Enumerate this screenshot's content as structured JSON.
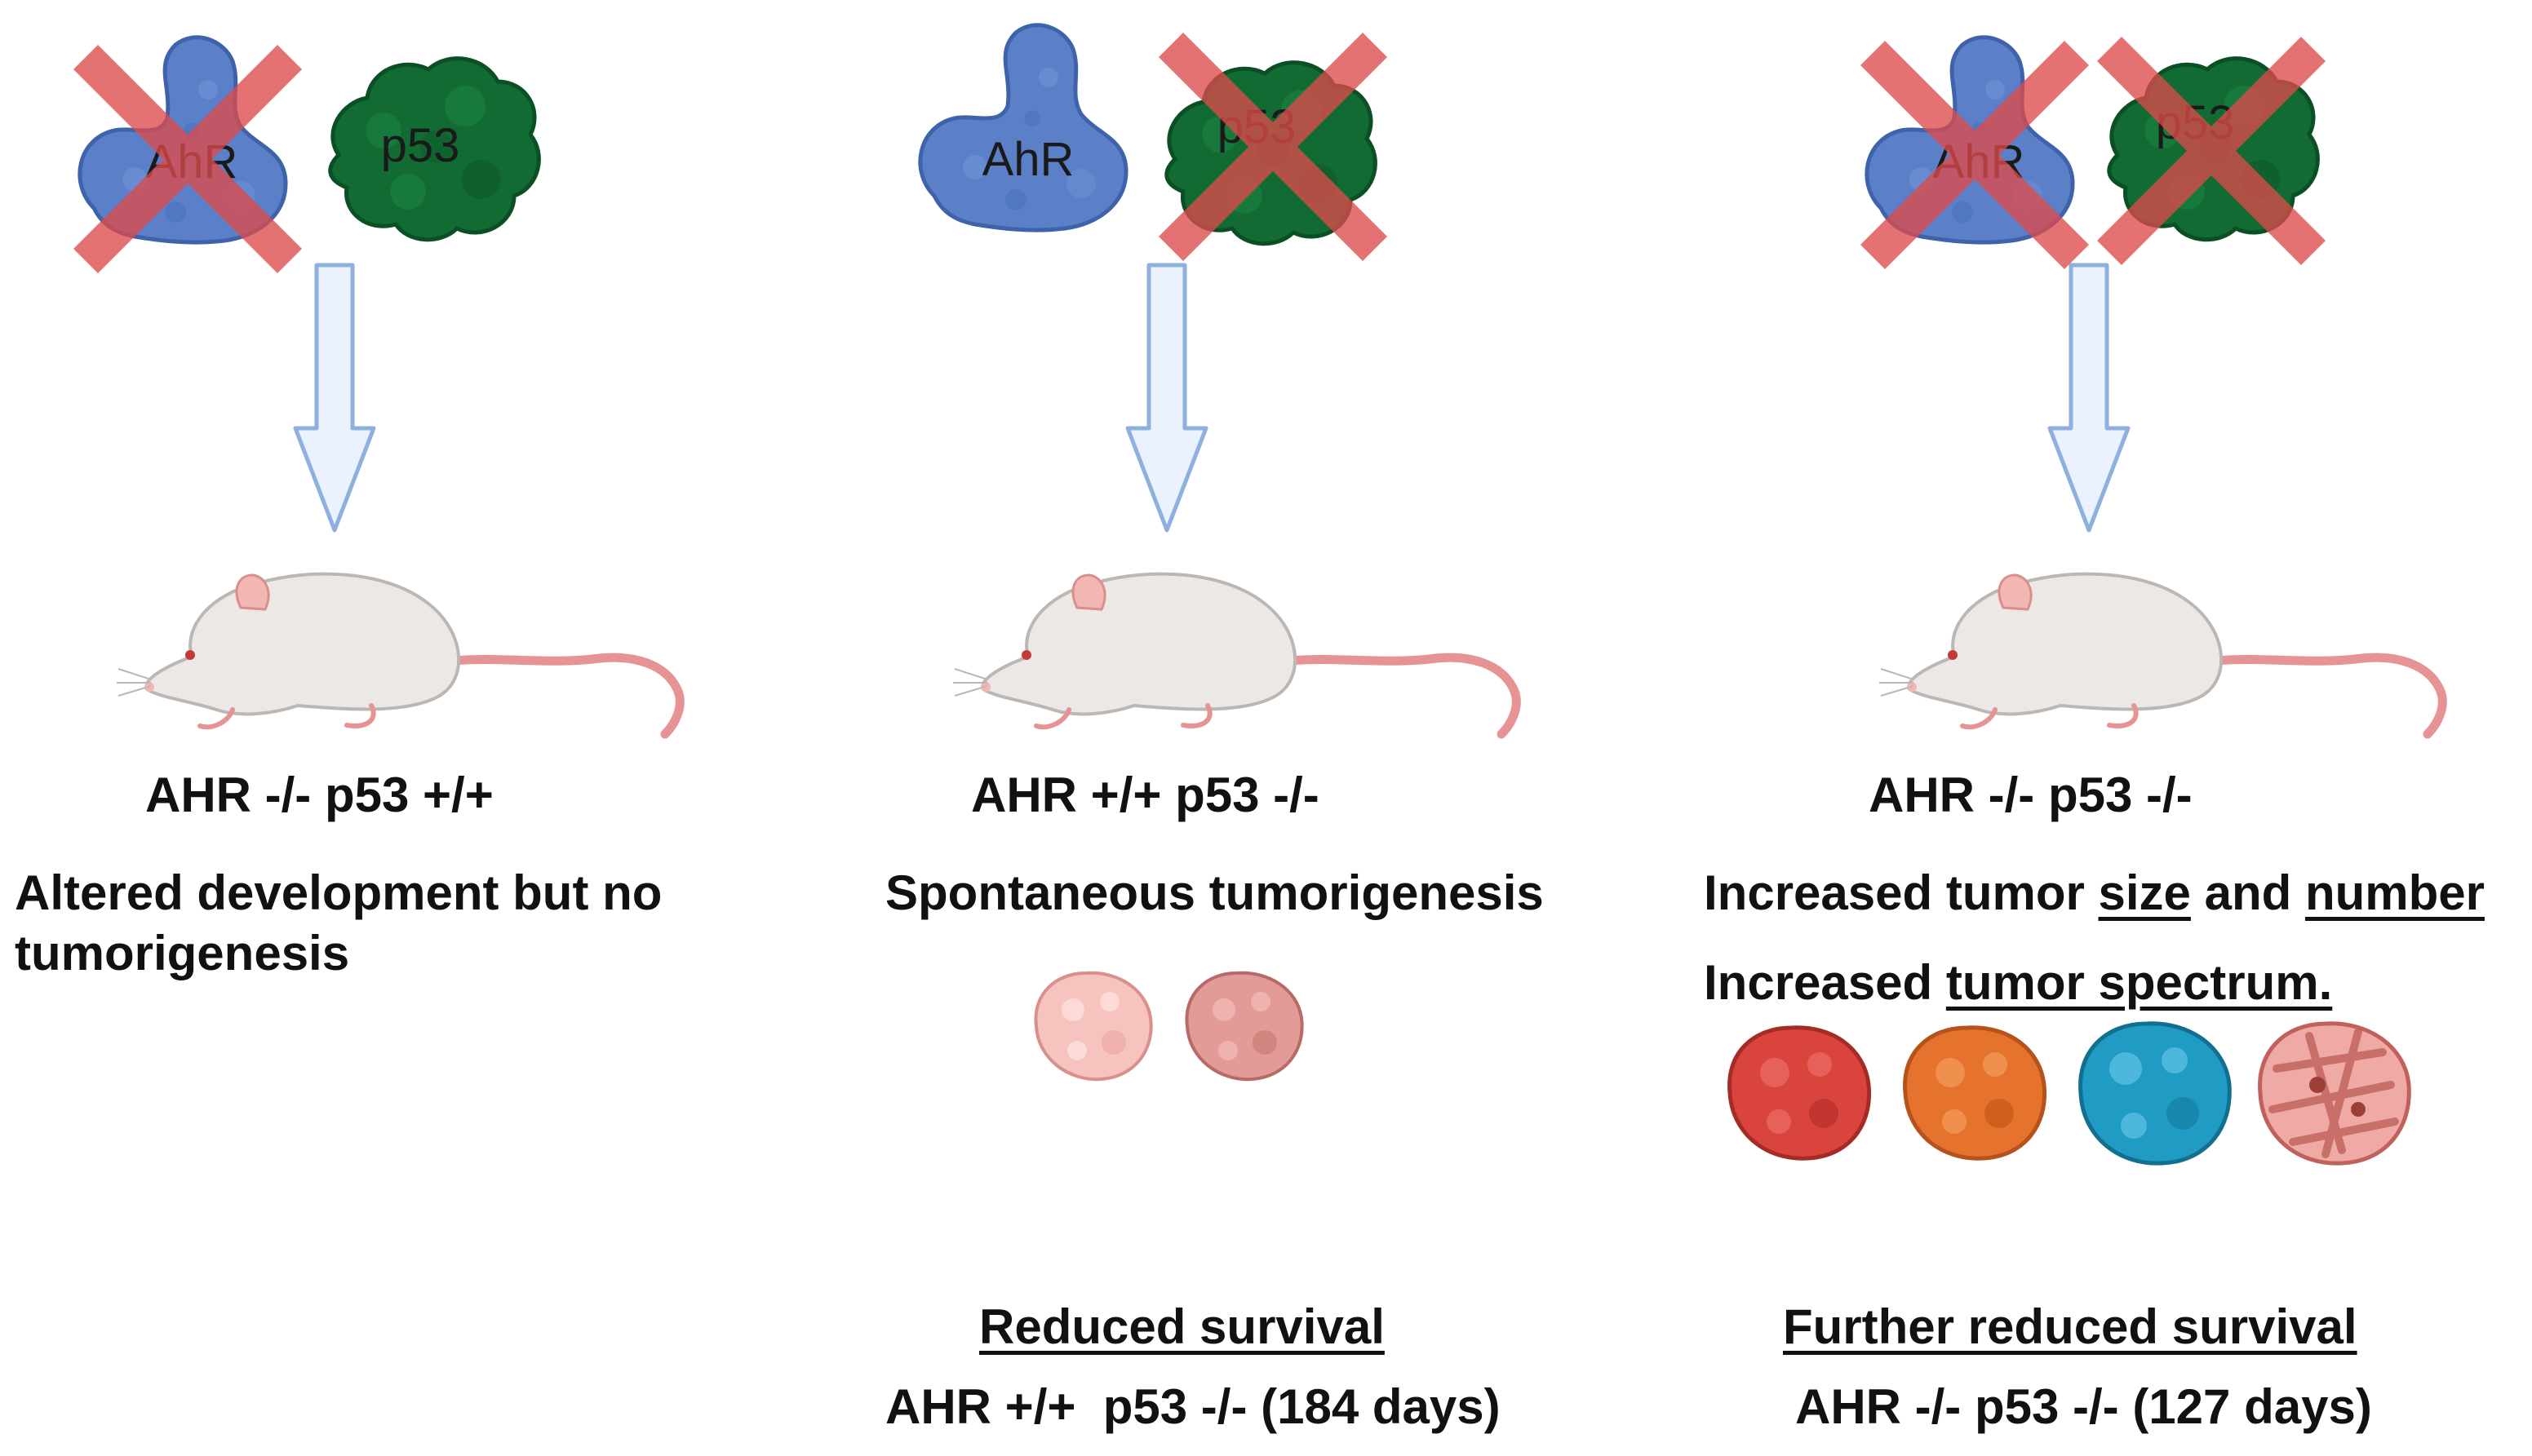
{
  "colors": {
    "ahr_blue": "#5b80c8",
    "p53_green": "#126b33",
    "cross_red": "#dc4a4a",
    "arrow_fill": "#e9f2fd",
    "arrow_stroke": "#8eb0de",
    "tumor_red": "#d9443c",
    "tumor_orange": "#e5722d",
    "tumor_blue": "#1f9bc4",
    "tumor_pink": "#f0aaa5"
  },
  "panels": [
    {
      "protein_ahr_label": "AhR",
      "protein_p53_label": "p53",
      "ahr_crossed": true,
      "p53_crossed": false,
      "genotype": "AHR -/- p53 +/+",
      "phenotype_line1": "Altered development but no",
      "phenotype_line2": "tumorigenesis"
    },
    {
      "protein_ahr_label": "AhR",
      "protein_p53_label": "p53",
      "ahr_crossed": false,
      "p53_crossed": true,
      "genotype": "AHR +/+ p53 -/-",
      "phenotype_line1": "Spontaneous tumorigenesis",
      "survival_heading": "Reduced survival",
      "survival_detail": "AHR +/+  p53 -/- (184 days)"
    },
    {
      "protein_ahr_label": "AhR",
      "protein_p53_label": "p53",
      "ahr_crossed": true,
      "p53_crossed": true,
      "genotype": "AHR -/- p53 -/-",
      "phenotype_line1_pre": "Increased tumor ",
      "phenotype_line1_size": "size",
      "phenotype_line1_mid": " and ",
      "phenotype_line1_number": "number",
      "phenotype_line2_pre": "Increased ",
      "phenotype_line2_u": "tumor spectrum.",
      "survival_heading": "Further reduced survival",
      "survival_detail": "AHR -/- p53 -/- (127 days)"
    }
  ]
}
